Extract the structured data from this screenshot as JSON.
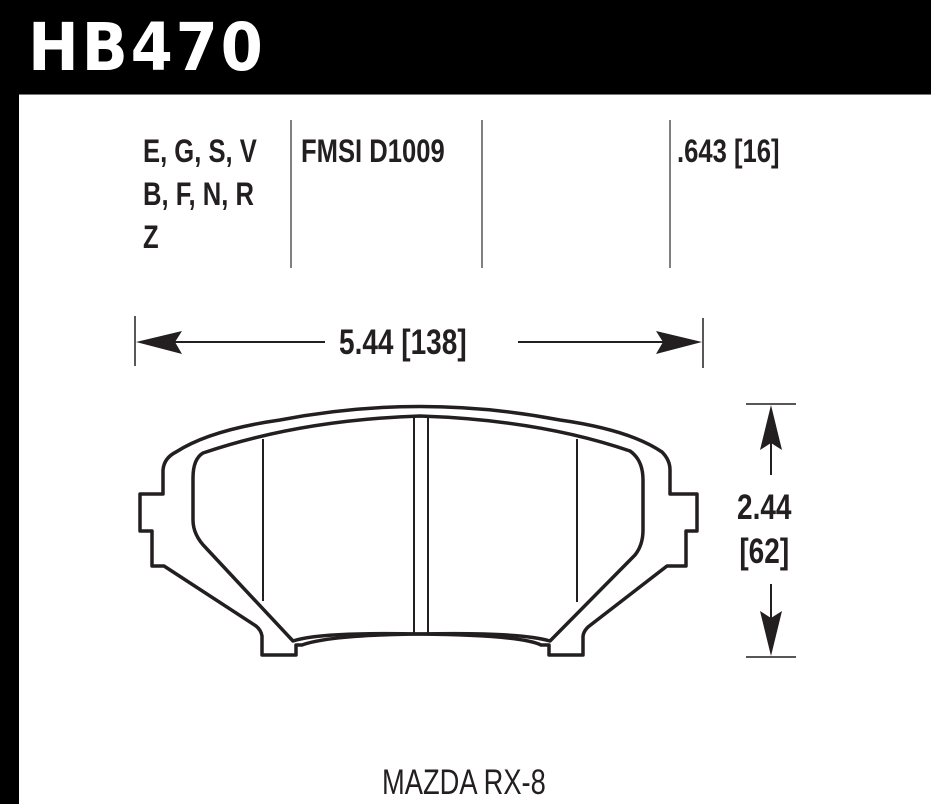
{
  "header": {
    "part_number": "HB470",
    "background": "#000000",
    "text_color": "#ffffff"
  },
  "specs": {
    "compounds_line1": "E, G, S, V",
    "compounds_line2": "B, F, N, R",
    "compounds_line3": "Z",
    "fmsi": "FMSI D1009",
    "thickness": ".643 [16]"
  },
  "dimensions": {
    "width": "5.44 [138]",
    "height_in": "2.44",
    "height_mm": "[62]"
  },
  "vehicle": "MAZDA RX-8",
  "colors": {
    "ink": "#231f20",
    "divider": "#808080"
  }
}
